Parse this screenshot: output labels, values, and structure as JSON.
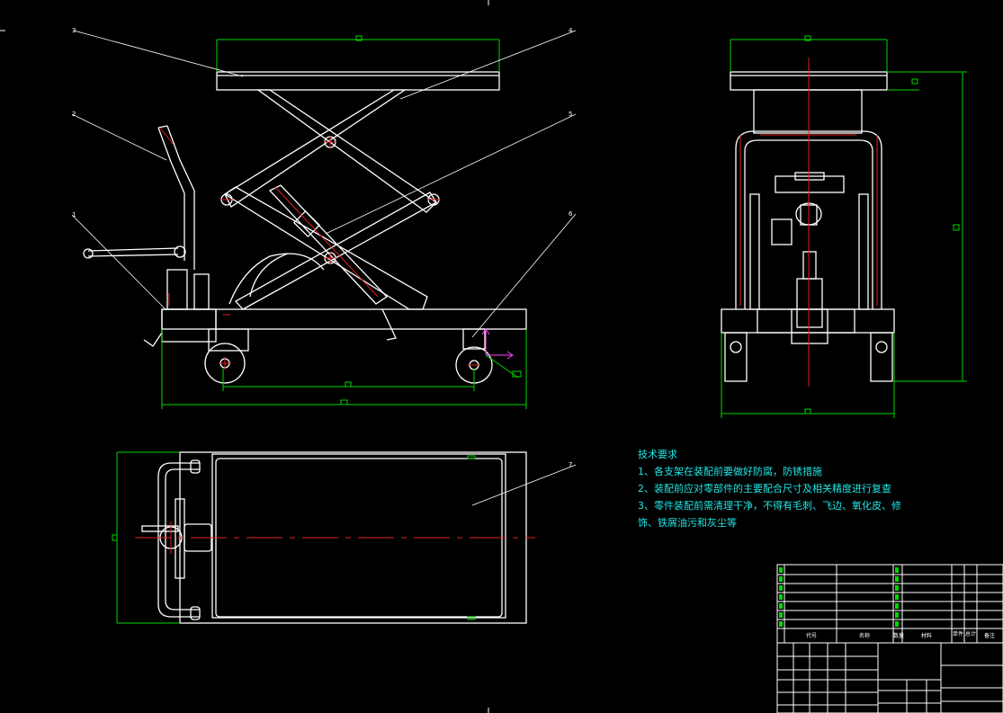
{
  "drawing": {
    "balloons": [
      "1",
      "2",
      "3",
      "4",
      "5",
      "6",
      "7"
    ],
    "tech_requirements": {
      "title": "技术要求",
      "items": [
        "1、各支架在装配前要做好防腐，防锈措施",
        "2、装配前应对零部件的主要配合尺寸及相关精度进行复查",
        "3、零件装配前需清理干净，不得有毛刺、飞边、氧化皮、修",
        "饰、铁屑油污和灰尘等"
      ]
    },
    "title_block": {
      "header": [
        "代号",
        "名称",
        "数量",
        "材料",
        "单件",
        "总计",
        "备注"
      ]
    },
    "colors": {
      "line": "#ffffff",
      "dimension": "#00d800",
      "centerline": "#e02020",
      "notes": "#22e5e5",
      "ucs": "#ff40ff"
    }
  }
}
